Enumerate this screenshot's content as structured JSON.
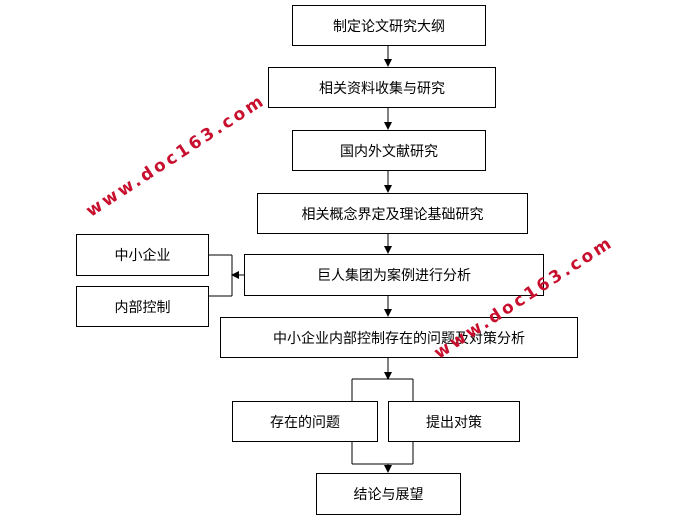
{
  "steps": [
    "制定论文研究大纲",
    "相关资料收集与研究",
    "国内外文献研究",
    "相关概念界定及理论基础研究",
    "巨人集团为案例进行分析",
    "中小企业内部控制存在的问题及对策分析",
    "存在的问题",
    "提出对策",
    "结论与展望"
  ],
  "side_inputs": [
    "中小企业",
    "内部控制"
  ],
  "watermark": "www.doc163.com",
  "colors": {
    "line": "#000000",
    "watermark": "#c8102e"
  }
}
